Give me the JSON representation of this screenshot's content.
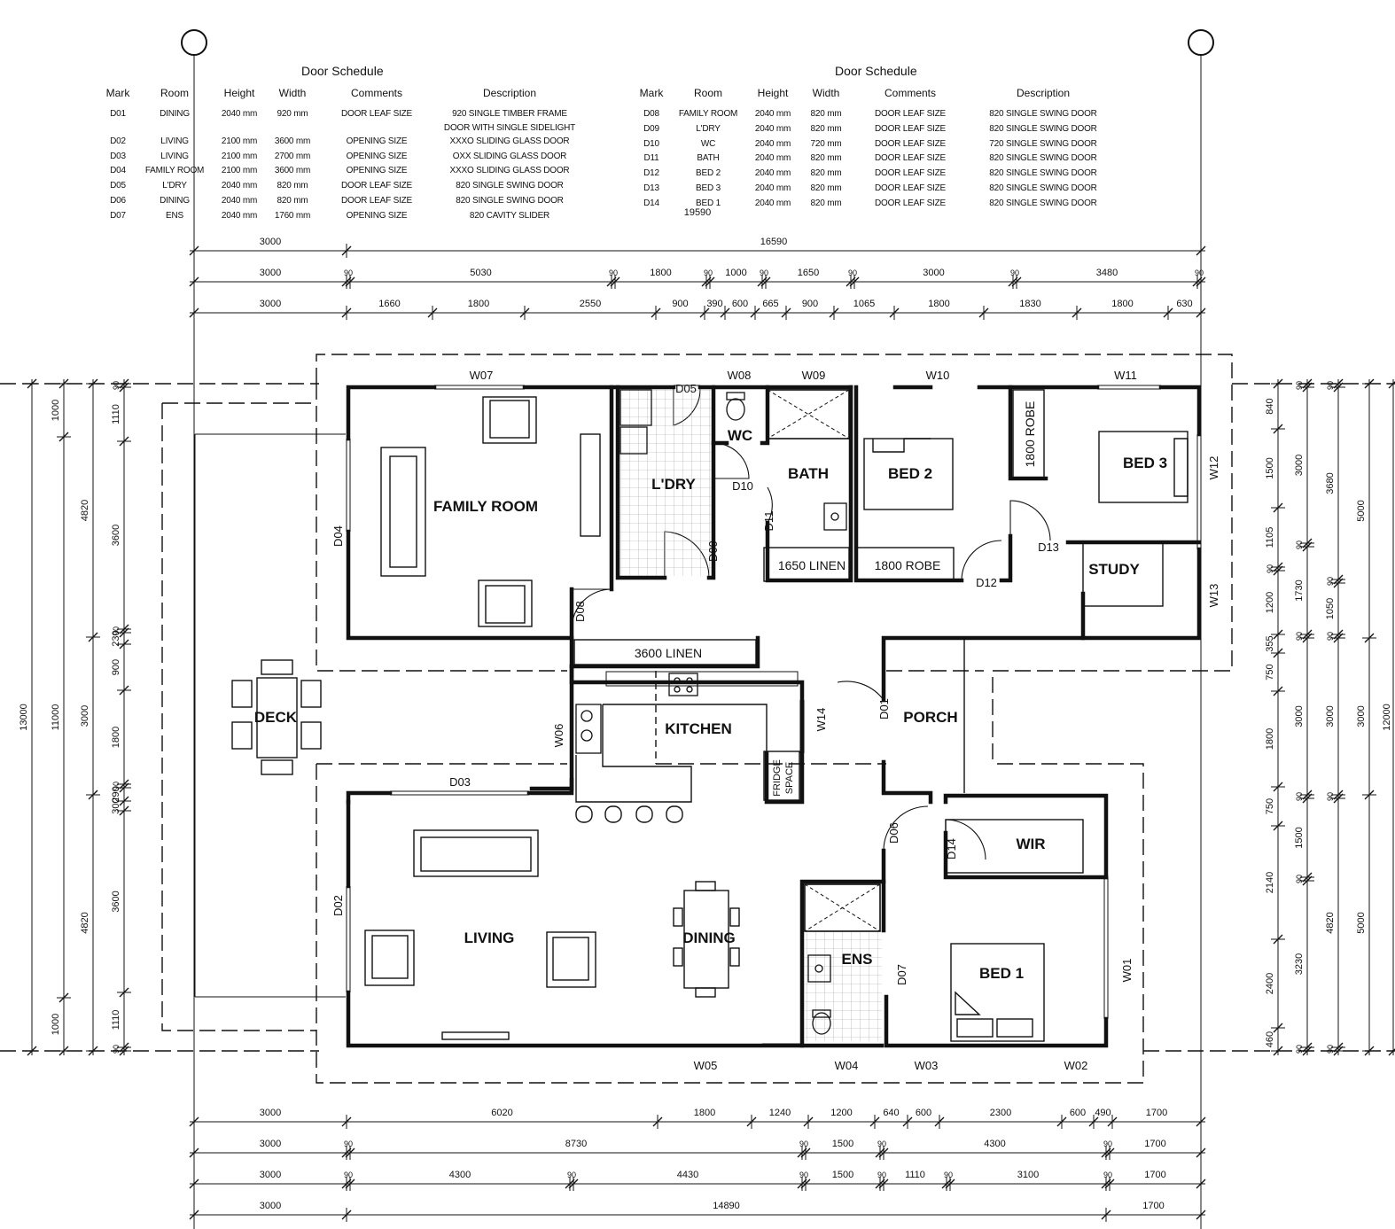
{
  "schedules": [
    {
      "title": "Door Schedule",
      "headers": [
        "Mark",
        "Room",
        "Height",
        "Width",
        "Comments",
        "Description"
      ],
      "rows": [
        [
          "D01",
          "DINING",
          "2040 mm",
          "920 mm",
          "DOOR LEAF SIZE",
          "920 SINGLE TIMBER FRAME"
        ],
        [
          "",
          "",
          "",
          "",
          "",
          "DOOR WITH SINGLE SIDELIGHT"
        ],
        [
          "D02",
          "LIVING",
          "2100 mm",
          "3600 mm",
          "OPENING SIZE",
          "XXXO SLIDING GLASS DOOR"
        ],
        [
          "D03",
          "LIVING",
          "2100 mm",
          "2700 mm",
          "OPENING SIZE",
          "OXX SLIDING GLASS DOOR"
        ],
        [
          "D04",
          "FAMILY ROOM",
          "2100 mm",
          "3600 mm",
          "OPENING SIZE",
          "XXXO SLIDING GLASS DOOR"
        ],
        [
          "D05",
          "L'DRY",
          "2040 mm",
          "820 mm",
          "DOOR LEAF SIZE",
          "820 SINGLE SWING DOOR"
        ],
        [
          "D06",
          "DINING",
          "2040 mm",
          "820 mm",
          "DOOR LEAF SIZE",
          "820 SINGLE SWING DOOR"
        ],
        [
          "D07",
          "ENS",
          "2040 mm",
          "1760 mm",
          "OPENING SIZE",
          "820 CAVITY SLIDER"
        ]
      ]
    },
    {
      "title": "Door Schedule",
      "headers": [
        "Mark",
        "Room",
        "Height",
        "Width",
        "Comments",
        "Description"
      ],
      "rows": [
        [
          "D08",
          "FAMILY ROOM",
          "2040 mm",
          "820 mm",
          "DOOR LEAF SIZE",
          "820 SINGLE SWING DOOR"
        ],
        [
          "D09",
          "L'DRY",
          "2040 mm",
          "820 mm",
          "DOOR LEAF SIZE",
          "820 SINGLE SWING DOOR"
        ],
        [
          "D10",
          "WC",
          "2040 mm",
          "720 mm",
          "DOOR LEAF SIZE",
          "720 SINGLE SWING DOOR"
        ],
        [
          "D11",
          "BATH",
          "2040 mm",
          "820 mm",
          "DOOR LEAF SIZE",
          "820 SINGLE SWING DOOR"
        ],
        [
          "D12",
          "BED 2",
          "2040 mm",
          "820 mm",
          "DOOR LEAF SIZE",
          "820 SINGLE SWING DOOR"
        ],
        [
          "D13",
          "BED 3",
          "2040 mm",
          "820 mm",
          "DOOR LEAF SIZE",
          "820 SINGLE SWING DOOR"
        ],
        [
          "D14",
          "BED 1",
          "2040 mm",
          "820 mm",
          "DOOR LEAF SIZE",
          "820 SINGLE SWING DOOR"
        ]
      ]
    }
  ],
  "rooms": {
    "family_room": "FAMILY ROOM",
    "laundry": "L'DRY",
    "wc": "WC",
    "bath": "BATH",
    "bed2": "BED 2",
    "bed3": "BED 3",
    "study": "STUDY",
    "kitchen": "KITCHEN",
    "porch": "PORCH",
    "deck": "DECK",
    "living": "LIVING",
    "dining": "DINING",
    "wir": "WIR",
    "ens": "ENS",
    "bed1": "BED 1"
  },
  "storage": {
    "robe_bed3": "1800 ROBE",
    "linen_bath": "1650 LINEN",
    "robe_bed2": "1800 ROBE",
    "linen_hall": "3600 LINEN",
    "fridge_1": "FRIDGE",
    "fridge_2": "SPACE"
  },
  "doors": [
    "D01",
    "D02",
    "D03",
    "D04",
    "D05",
    "D06",
    "D07",
    "D08",
    "D09",
    "D10",
    "D11",
    "D12",
    "D13",
    "D14"
  ],
  "windows": [
    "W01",
    "W02",
    "W03",
    "W04",
    "W05",
    "W06",
    "W07",
    "W08",
    "W09",
    "W10",
    "W11",
    "W12",
    "W13",
    "W14"
  ],
  "dimensions": {
    "top_overall": "19590",
    "top_row1": [
      "3000",
      "16590"
    ],
    "top_row2": [
      "3000",
      "90",
      "5030",
      "90",
      "1800",
      "90",
      "1000",
      "90",
      "1650",
      "90",
      "3000",
      "90",
      "3480",
      "90"
    ],
    "top_row3": [
      "3000",
      "1660",
      "1800",
      "2550",
      "900",
      "390",
      "600",
      "665",
      "900",
      "1065",
      "1800",
      "1830",
      "1800",
      "630"
    ],
    "bottom_row1": [
      "3000",
      "6020",
      "1800",
      "1240",
      "1200",
      "640",
      "600",
      "2300",
      "600",
      "490",
      "1700"
    ],
    "bottom_row2": [
      "3000",
      "90",
      "8730",
      "90",
      "1500",
      "90",
      "4300",
      "90",
      "1700"
    ],
    "bottom_row3": [
      "3000",
      "90",
      "4300",
      "90",
      "4430",
      "90",
      "1500",
      "90",
      "1110",
      "90",
      "3100",
      "90",
      "1700"
    ],
    "bottom_row4": [
      "3000",
      "14890",
      "1700"
    ],
    "left_col1": [
      "13000"
    ],
    "left_col2": [
      "1000",
      "11000",
      "1000"
    ],
    "left_col3": [
      "4820",
      "3000",
      "4820"
    ],
    "left_col4": [
      "90",
      "1110",
      "3600",
      "90",
      "230",
      "900",
      "1800",
      "90",
      "290",
      "300",
      "3600",
      "1110",
      "90"
    ],
    "right_col1": [
      "840",
      "1500",
      "1105",
      "90",
      "1200",
      "355",
      "750",
      "1800",
      "750",
      "2140",
      "2400",
      "460"
    ],
    "right_col2": [
      "90",
      "3000",
      "90",
      "1730",
      "90",
      "3000",
      "90",
      "1500",
      "90",
      "3230",
      "90"
    ],
    "right_col3": [
      "90",
      "3680",
      "90",
      "1050",
      "90",
      "3000",
      "90",
      "4820",
      "90"
    ],
    "right_col4": [
      "5000",
      "3000",
      "5000"
    ],
    "right_col5": [
      "12000"
    ]
  }
}
